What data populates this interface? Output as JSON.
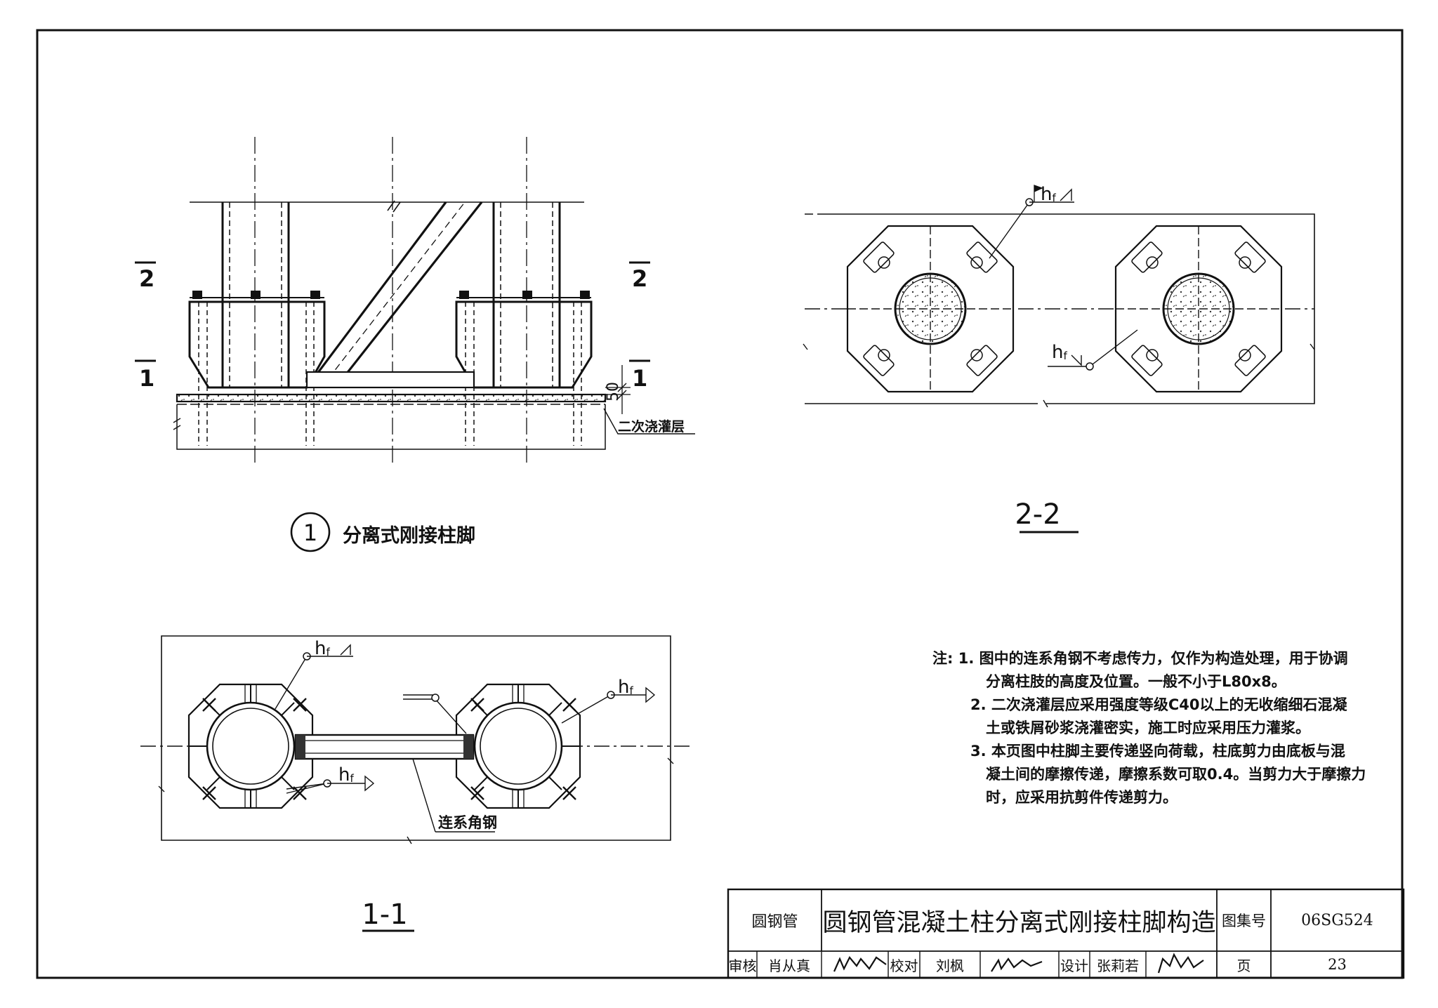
{
  "detail1": {
    "number": "1",
    "title": "分离式刚接柱脚",
    "section_mark_2": "2",
    "section_mark_1": "1",
    "dimension_50": "50",
    "grout_label": "二次浇灌层"
  },
  "section_2_2": {
    "title": "2-2",
    "weld_label": "h",
    "weld_sub": "f"
  },
  "section_1_1": {
    "title": "1-1",
    "weld_label": "h",
    "weld_sub": "f",
    "angle_label": "连系角钢"
  },
  "notes": {
    "prefix": "注:",
    "lines": [
      "1. 图中的连系角钢不考虑传力，仅作为构造处理，用于协调",
      "分离柱肢的高度及位置。一般不小于L80x8。",
      "2. 二次浇灌层应采用强度等级C40以上的无收缩细石混凝",
      "土或铁屑砂浆浇灌密实，施工时应采用压力灌浆。",
      "3. 本页图中柱脚主要传递竖向荷载，柱底剪力由底板与混",
      "凝土间的摩擦传递，摩擦系数可取0.4。当剪力大于摩擦力",
      "时，应采用抗剪件传递剪力。"
    ]
  },
  "title_block": {
    "category": "圆钢管",
    "drawing_title": "圆钢管混凝土柱分离式刚接柱脚构造",
    "atlas_label": "图集号",
    "atlas_no": "06SG524",
    "review_label": "审核",
    "review_name": "肖从真",
    "check_label": "校对",
    "check_name": "刘枫",
    "design_label": "设计",
    "design_name": "张莉若",
    "page_label": "页",
    "page_no": "23"
  }
}
